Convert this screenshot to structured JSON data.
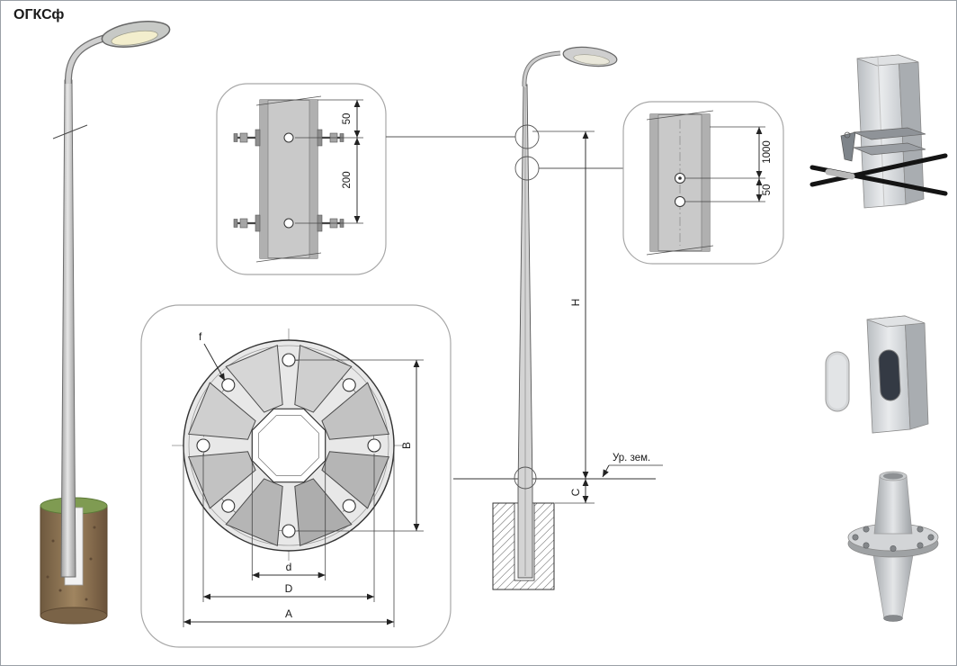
{
  "title": "ОГКСф",
  "top_detail": {
    "dim_top_offset": "50",
    "dim_hole_spacing": "200"
  },
  "flange_detail": {
    "hole_label": "f",
    "dim_bolt_span_vertical": "B",
    "dim_inner_hole": "d",
    "dim_bolt_circle": "D",
    "dim_outer_diameter": "A"
  },
  "elevation": {
    "dim_height": "H",
    "dim_embed": "C",
    "ground_level_label": "Ур. зем."
  },
  "right_detail": {
    "dim_top_to_hole": "1000",
    "dim_hole_spacing": "50"
  },
  "colors": {
    "steel_light": "#d6d6d6",
    "steel_mid": "#c4c4c4",
    "ground_brown": "#8b6f4e",
    "grass_green": "#7f9b52"
  }
}
